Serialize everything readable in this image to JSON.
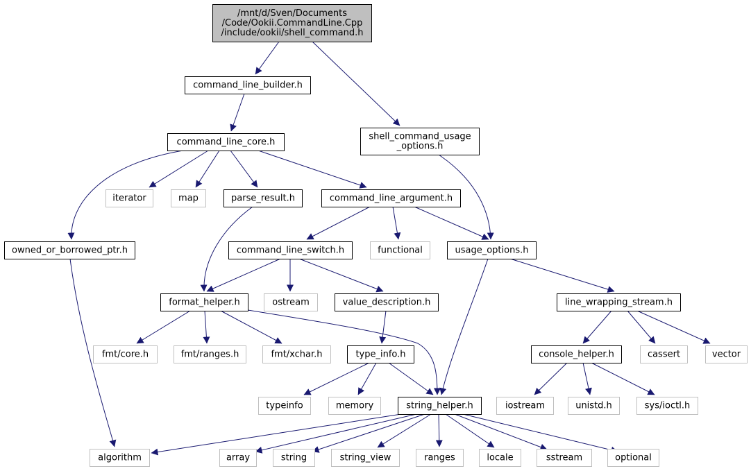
{
  "colors": {
    "background": "#ffffff",
    "edge": "#191970",
    "root_fill": "#bfbfbf",
    "root_stroke": "#000000",
    "local_stroke": "#000000",
    "system_stroke": "#bfbfbf",
    "text": "#000000"
  },
  "nodes": [
    {
      "id": "root",
      "lines": [
        "/mnt/d/Sven/Documents",
        "/Code/Ookii.CommandLine.Cpp",
        "/include/ookii/shell_command.h"
      ],
      "kind": "root"
    },
    {
      "id": "clb",
      "lines": [
        "command_line_builder.h"
      ],
      "kind": "local"
    },
    {
      "id": "scuo",
      "lines": [
        "shell_command_usage",
        "_options.h"
      ],
      "kind": "local"
    },
    {
      "id": "clc",
      "lines": [
        "command_line_core.h"
      ],
      "kind": "local"
    },
    {
      "id": "iterator",
      "lines": [
        "iterator"
      ],
      "kind": "system"
    },
    {
      "id": "map",
      "lines": [
        "map"
      ],
      "kind": "system"
    },
    {
      "id": "parse",
      "lines": [
        "parse_result.h"
      ],
      "kind": "local"
    },
    {
      "id": "cla",
      "lines": [
        "command_line_argument.h"
      ],
      "kind": "local"
    },
    {
      "id": "obp",
      "lines": [
        "owned_or_borrowed_ptr.h"
      ],
      "kind": "local"
    },
    {
      "id": "cls",
      "lines": [
        "command_line_switch.h"
      ],
      "kind": "local"
    },
    {
      "id": "functional",
      "lines": [
        "functional"
      ],
      "kind": "system"
    },
    {
      "id": "usage",
      "lines": [
        "usage_options.h"
      ],
      "kind": "local"
    },
    {
      "id": "fmt_helper",
      "lines": [
        "format_helper.h"
      ],
      "kind": "local"
    },
    {
      "id": "ostream",
      "lines": [
        "ostream"
      ],
      "kind": "system"
    },
    {
      "id": "valdesc",
      "lines": [
        "value_description.h"
      ],
      "kind": "local"
    },
    {
      "id": "lws",
      "lines": [
        "line_wrapping_stream.h"
      ],
      "kind": "local"
    },
    {
      "id": "fmtcore",
      "lines": [
        "fmt/core.h"
      ],
      "kind": "system"
    },
    {
      "id": "fmtranges",
      "lines": [
        "fmt/ranges.h"
      ],
      "kind": "system"
    },
    {
      "id": "fmtxchar",
      "lines": [
        "fmt/xchar.h"
      ],
      "kind": "system"
    },
    {
      "id": "typeinfoh",
      "lines": [
        "type_info.h"
      ],
      "kind": "local"
    },
    {
      "id": "conh",
      "lines": [
        "console_helper.h"
      ],
      "kind": "local"
    },
    {
      "id": "cassert",
      "lines": [
        "cassert"
      ],
      "kind": "system"
    },
    {
      "id": "vector",
      "lines": [
        "vector"
      ],
      "kind": "system"
    },
    {
      "id": "typeinfo",
      "lines": [
        "typeinfo"
      ],
      "kind": "system"
    },
    {
      "id": "memory",
      "lines": [
        "memory"
      ],
      "kind": "system"
    },
    {
      "id": "strh",
      "lines": [
        "string_helper.h"
      ],
      "kind": "local"
    },
    {
      "id": "iostream",
      "lines": [
        "iostream"
      ],
      "kind": "system"
    },
    {
      "id": "unistd",
      "lines": [
        "unistd.h"
      ],
      "kind": "system"
    },
    {
      "id": "ioctl",
      "lines": [
        "sys/ioctl.h"
      ],
      "kind": "system"
    },
    {
      "id": "algorithm",
      "lines": [
        "algorithm"
      ],
      "kind": "system"
    },
    {
      "id": "array",
      "lines": [
        "array"
      ],
      "kind": "system"
    },
    {
      "id": "string",
      "lines": [
        "string"
      ],
      "kind": "system"
    },
    {
      "id": "string_view",
      "lines": [
        "string_view"
      ],
      "kind": "system"
    },
    {
      "id": "ranges",
      "lines": [
        "ranges"
      ],
      "kind": "system"
    },
    {
      "id": "locale",
      "lines": [
        "locale"
      ],
      "kind": "system"
    },
    {
      "id": "sstream",
      "lines": [
        "sstream"
      ],
      "kind": "system"
    },
    {
      "id": "optional",
      "lines": [
        "optional"
      ],
      "kind": "system"
    }
  ],
  "edges": [
    {
      "from": "root",
      "to": "clb"
    },
    {
      "from": "root",
      "to": "scuo"
    },
    {
      "from": "clb",
      "to": "clc"
    },
    {
      "from": "clc",
      "to": "obp"
    },
    {
      "from": "clc",
      "to": "iterator"
    },
    {
      "from": "clc",
      "to": "map"
    },
    {
      "from": "clc",
      "to": "parse"
    },
    {
      "from": "clc",
      "to": "cla"
    },
    {
      "from": "scuo",
      "to": "usage"
    },
    {
      "from": "parse",
      "to": "fmt_helper"
    },
    {
      "from": "cla",
      "to": "cls"
    },
    {
      "from": "cla",
      "to": "functional"
    },
    {
      "from": "cla",
      "to": "usage"
    },
    {
      "from": "cls",
      "to": "fmt_helper"
    },
    {
      "from": "cls",
      "to": "ostream"
    },
    {
      "from": "cls",
      "to": "valdesc"
    },
    {
      "from": "usage",
      "to": "lws"
    },
    {
      "from": "usage",
      "to": "strh"
    },
    {
      "from": "obp",
      "to": "algorithm"
    },
    {
      "from": "fmt_helper",
      "to": "fmtcore"
    },
    {
      "from": "fmt_helper",
      "to": "fmtranges"
    },
    {
      "from": "fmt_helper",
      "to": "fmtxchar"
    },
    {
      "from": "fmt_helper",
      "to": "strh"
    },
    {
      "from": "valdesc",
      "to": "typeinfoh"
    },
    {
      "from": "lws",
      "to": "conh"
    },
    {
      "from": "lws",
      "to": "cassert"
    },
    {
      "from": "lws",
      "to": "vector"
    },
    {
      "from": "typeinfoh",
      "to": "typeinfo"
    },
    {
      "from": "typeinfoh",
      "to": "memory"
    },
    {
      "from": "typeinfoh",
      "to": "strh"
    },
    {
      "from": "conh",
      "to": "iostream"
    },
    {
      "from": "conh",
      "to": "unistd"
    },
    {
      "from": "conh",
      "to": "ioctl"
    },
    {
      "from": "strh",
      "to": "algorithm"
    },
    {
      "from": "strh",
      "to": "array"
    },
    {
      "from": "strh",
      "to": "string"
    },
    {
      "from": "strh",
      "to": "string_view"
    },
    {
      "from": "strh",
      "to": "ranges"
    },
    {
      "from": "strh",
      "to": "locale"
    },
    {
      "from": "strh",
      "to": "sstream"
    },
    {
      "from": "strh",
      "to": "optional"
    }
  ]
}
